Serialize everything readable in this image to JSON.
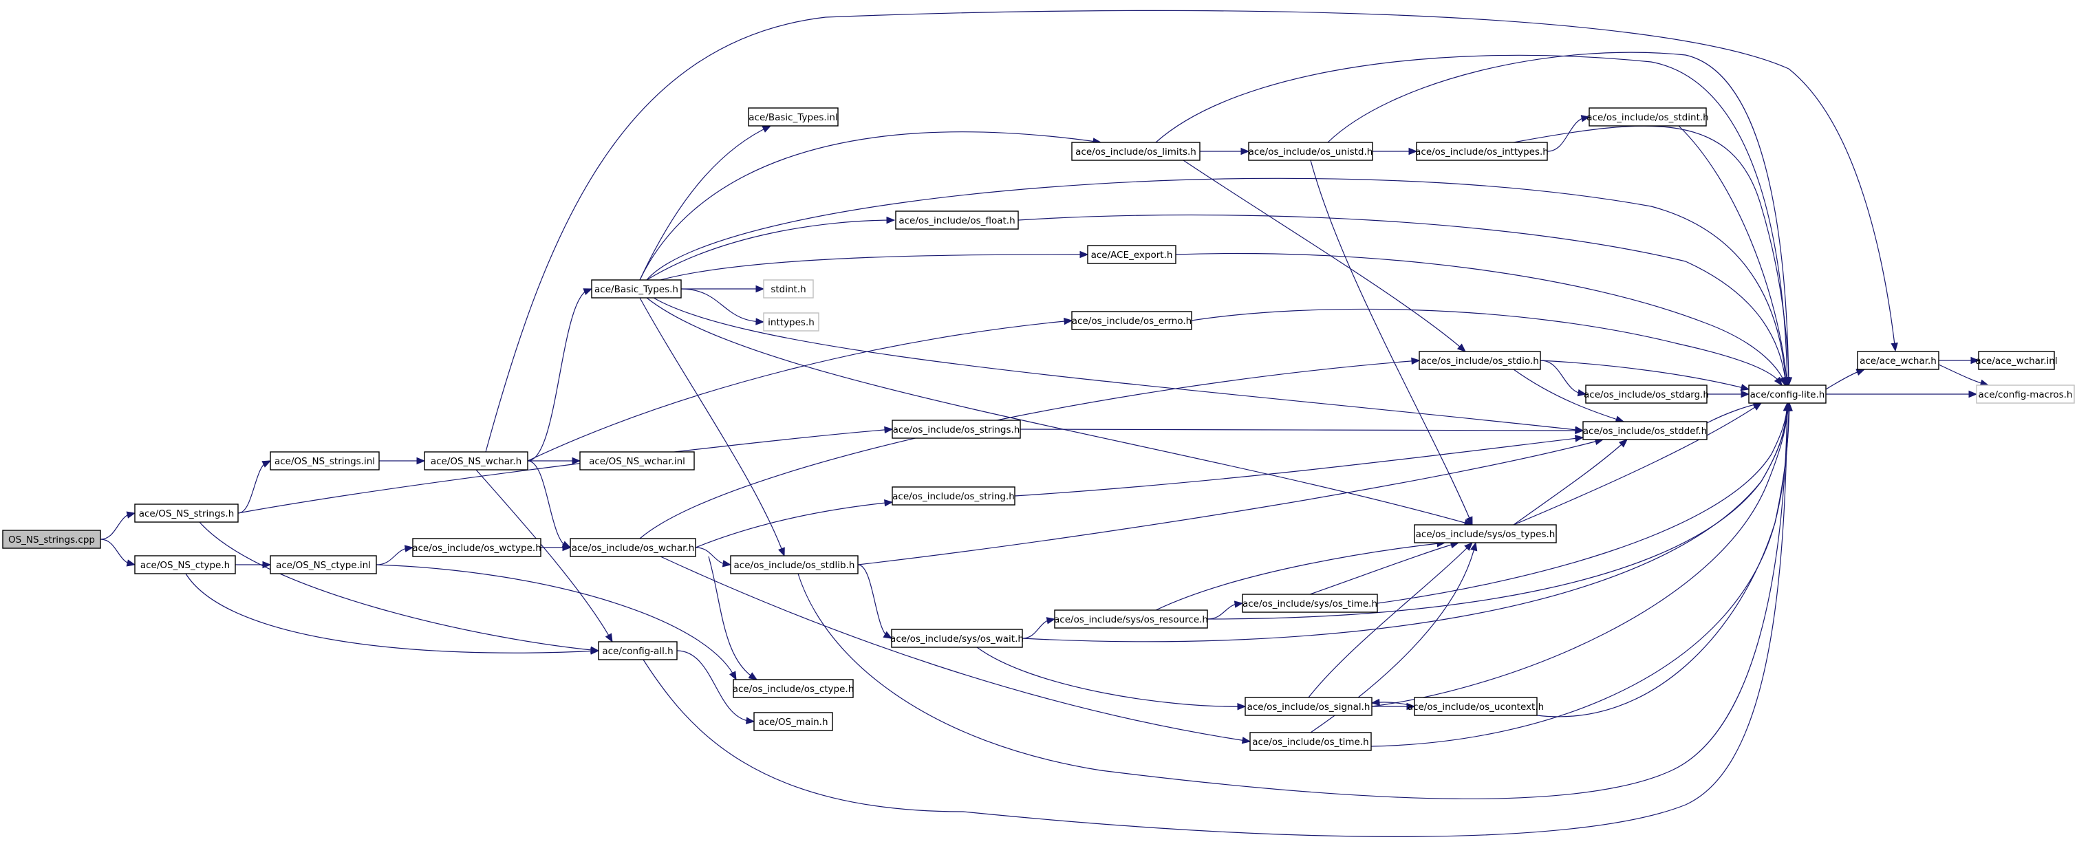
{
  "diagram": {
    "type": "include-dependency-graph",
    "nodes": [
      {
        "id": "n0",
        "label": "OS_NS_strings.cpp",
        "kind": "root"
      },
      {
        "id": "n1",
        "label": "ace/OS_NS_strings.h",
        "kind": "doc"
      },
      {
        "id": "n2",
        "label": "ace/OS_NS_ctype.h",
        "kind": "doc"
      },
      {
        "id": "n3",
        "label": "ace/OS_NS_strings.inl",
        "kind": "doc"
      },
      {
        "id": "n4",
        "label": "ace/OS_NS_ctype.inl",
        "kind": "doc"
      },
      {
        "id": "n5",
        "label": "ace/OS_NS_wchar.h",
        "kind": "doc"
      },
      {
        "id": "n6",
        "label": "ace/os_include/os_wctype.h",
        "kind": "doc"
      },
      {
        "id": "n7",
        "label": "ace/OS_NS_wchar.inl",
        "kind": "doc"
      },
      {
        "id": "n8",
        "label": "ace/Basic_Types.h",
        "kind": "doc"
      },
      {
        "id": "n9",
        "label": "ace/os_include/os_wchar.h",
        "kind": "doc"
      },
      {
        "id": "n10",
        "label": "ace/config-all.h",
        "kind": "doc"
      },
      {
        "id": "n11",
        "label": "ace/Basic_Types.inl",
        "kind": "doc"
      },
      {
        "id": "n12",
        "label": "stdint.h",
        "kind": "undoc"
      },
      {
        "id": "n13",
        "label": "inttypes.h",
        "kind": "undoc"
      },
      {
        "id": "n14",
        "label": "ace/os_include/os_stdlib.h",
        "kind": "doc"
      },
      {
        "id": "n15",
        "label": "ace/os_include/os_ctype.h",
        "kind": "doc"
      },
      {
        "id": "n16",
        "label": "ace/OS_main.h",
        "kind": "doc"
      },
      {
        "id": "n17",
        "label": "ace/os_include/os_limits.h",
        "kind": "doc"
      },
      {
        "id": "n18",
        "label": "ace/os_include/os_float.h",
        "kind": "doc"
      },
      {
        "id": "n19",
        "label": "ace/ACE_export.h",
        "kind": "doc"
      },
      {
        "id": "n20",
        "label": "ace/os_include/os_errno.h",
        "kind": "doc"
      },
      {
        "id": "n21",
        "label": "ace/os_include/os_strings.h",
        "kind": "doc"
      },
      {
        "id": "n22",
        "label": "ace/os_include/os_string.h",
        "kind": "doc"
      },
      {
        "id": "n23",
        "label": "ace/os_include/sys/os_wait.h",
        "kind": "doc"
      },
      {
        "id": "n24",
        "label": "ace/os_include/sys/os_resource.h",
        "kind": "doc"
      },
      {
        "id": "n25",
        "label": "ace/os_include/os_unistd.h",
        "kind": "doc"
      },
      {
        "id": "n26",
        "label": "ace/os_include/os_inttypes.h",
        "kind": "doc"
      },
      {
        "id": "n27",
        "label": "ace/os_include/os_stdint.h",
        "kind": "doc"
      },
      {
        "id": "n28",
        "label": "ace/os_include/os_stdio.h",
        "kind": "doc"
      },
      {
        "id": "n29",
        "label": "ace/os_include/os_stdarg.h",
        "kind": "doc"
      },
      {
        "id": "n30",
        "label": "ace/os_include/os_stddef.h",
        "kind": "doc"
      },
      {
        "id": "n31",
        "label": "ace/os_include/sys/os_types.h",
        "kind": "doc"
      },
      {
        "id": "n32",
        "label": "ace/os_include/sys/os_time.h",
        "kind": "doc"
      },
      {
        "id": "n33",
        "label": "ace/os_include/os_signal.h",
        "kind": "doc"
      },
      {
        "id": "n34",
        "label": "ace/os_include/os_ucontext.h",
        "kind": "doc"
      },
      {
        "id": "n35",
        "label": "ace/os_include/os_time.h",
        "kind": "doc"
      },
      {
        "id": "n36",
        "label": "ace/config-lite.h",
        "kind": "doc"
      },
      {
        "id": "n37",
        "label": "ace/ace_wchar.h",
        "kind": "doc"
      },
      {
        "id": "n38",
        "label": "ace/ace_wchar.inl",
        "kind": "doc"
      },
      {
        "id": "n39",
        "label": "ace/config-macros.h",
        "kind": "undoc"
      }
    ],
    "edges": [
      [
        "n0",
        "n1"
      ],
      [
        "n0",
        "n2"
      ],
      [
        "n1",
        "n3"
      ],
      [
        "n1",
        "n21"
      ],
      [
        "n1",
        "n10"
      ],
      [
        "n3",
        "n5"
      ],
      [
        "n2",
        "n4"
      ],
      [
        "n2",
        "n10"
      ],
      [
        "n4",
        "n6"
      ],
      [
        "n4",
        "n15"
      ],
      [
        "n6",
        "n9"
      ],
      [
        "n5",
        "n7"
      ],
      [
        "n5",
        "n8"
      ],
      [
        "n5",
        "n9"
      ],
      [
        "n5",
        "n10"
      ],
      [
        "n5",
        "n20"
      ],
      [
        "n5",
        "n37"
      ],
      [
        "n8",
        "n11"
      ],
      [
        "n8",
        "n12"
      ],
      [
        "n8",
        "n13"
      ],
      [
        "n8",
        "n17"
      ],
      [
        "n8",
        "n18"
      ],
      [
        "n8",
        "n19"
      ],
      [
        "n8",
        "n36"
      ],
      [
        "n8",
        "n14"
      ],
      [
        "n8",
        "n30"
      ],
      [
        "n8",
        "n31"
      ],
      [
        "n9",
        "n14"
      ],
      [
        "n9",
        "n15"
      ],
      [
        "n9",
        "n22"
      ],
      [
        "n9",
        "n28"
      ],
      [
        "n9",
        "n35"
      ],
      [
        "n10",
        "n16"
      ],
      [
        "n10",
        "n36"
      ],
      [
        "n14",
        "n23"
      ],
      [
        "n14",
        "n30"
      ],
      [
        "n14",
        "n36"
      ],
      [
        "n17",
        "n25"
      ],
      [
        "n17",
        "n28"
      ],
      [
        "n17",
        "n36"
      ],
      [
        "n18",
        "n36"
      ],
      [
        "n19",
        "n36"
      ],
      [
        "n20",
        "n36"
      ],
      [
        "n21",
        "n30"
      ],
      [
        "n22",
        "n30"
      ],
      [
        "n23",
        "n24"
      ],
      [
        "n23",
        "n33"
      ],
      [
        "n23",
        "n36"
      ],
      [
        "n24",
        "n31"
      ],
      [
        "n24",
        "n32"
      ],
      [
        "n24",
        "n36"
      ],
      [
        "n25",
        "n26"
      ],
      [
        "n25",
        "n31"
      ],
      [
        "n25",
        "n36"
      ],
      [
        "n26",
        "n27"
      ],
      [
        "n26",
        "n36"
      ],
      [
        "n27",
        "n36"
      ],
      [
        "n28",
        "n29"
      ],
      [
        "n28",
        "n30"
      ],
      [
        "n28",
        "n36"
      ],
      [
        "n29",
        "n36"
      ],
      [
        "n30",
        "n36"
      ],
      [
        "n31",
        "n30"
      ],
      [
        "n31",
        "n36"
      ],
      [
        "n32",
        "n31"
      ],
      [
        "n32",
        "n36"
      ],
      [
        "n33",
        "n34"
      ],
      [
        "n33",
        "n31"
      ],
      [
        "n33",
        "n36"
      ],
      [
        "n34",
        "n33"
      ],
      [
        "n34",
        "n36"
      ],
      [
        "n35",
        "n31"
      ],
      [
        "n35",
        "n36"
      ],
      [
        "n36",
        "n37"
      ],
      [
        "n36",
        "n39"
      ],
      [
        "n37",
        "n38"
      ],
      [
        "n37",
        "n39"
      ]
    ]
  }
}
